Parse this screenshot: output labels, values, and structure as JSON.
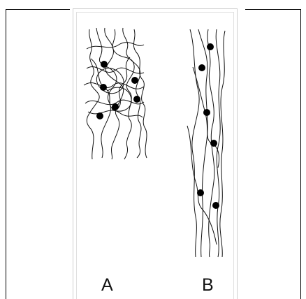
{
  "panels": [
    {
      "id": "a",
      "label": "A",
      "state": "random coiled chains with crosslinks"
    },
    {
      "id": "b",
      "label": "B",
      "state": "stretched aligned chains with crosslinks"
    }
  ],
  "colors": {
    "line": "#111111",
    "dot": "#000000",
    "frame": "#000000",
    "box": "#cfcfcf"
  }
}
